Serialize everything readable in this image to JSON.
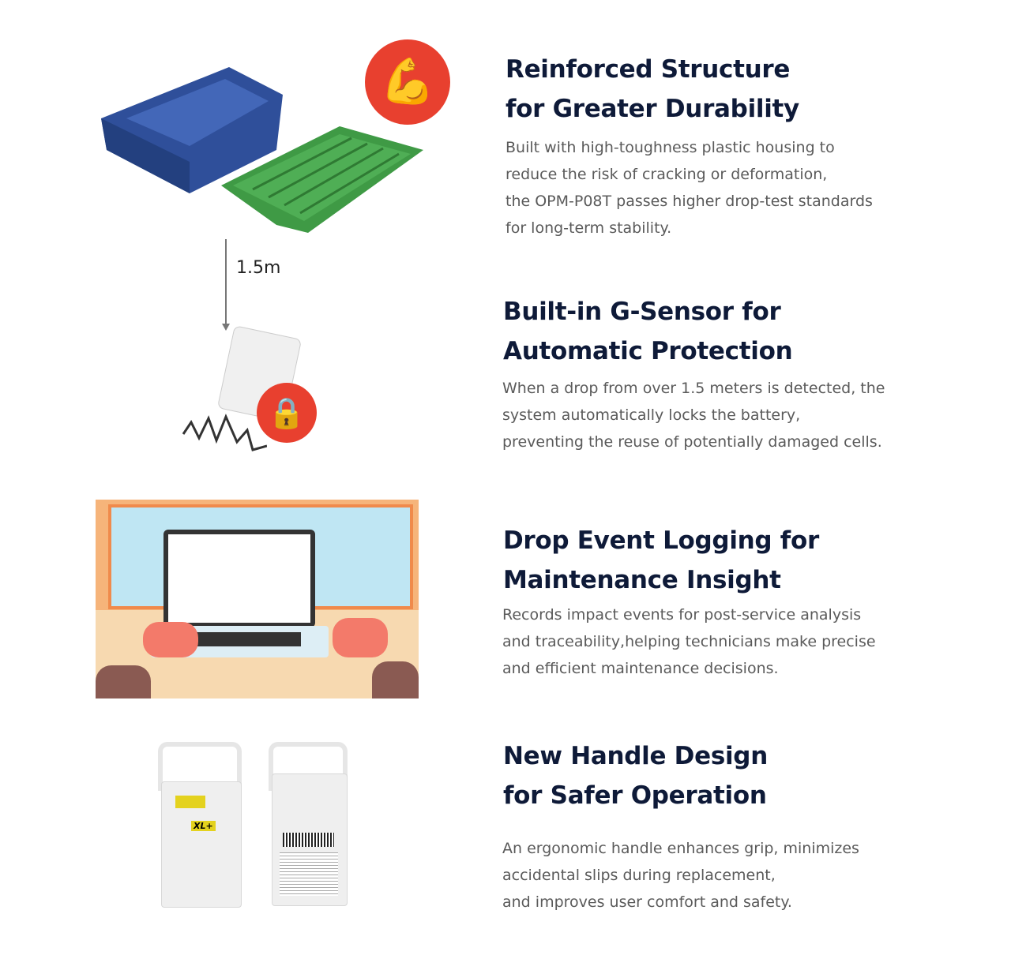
{
  "sections": [
    {
      "title": [
        "Reinforced Structure",
        "for Greater Durability"
      ],
      "body": [
        "Built with high-toughness plastic housing to",
        "reduce the risk of cracking or deformation,",
        "the OPM-P08T passes higher drop-test standards",
        "for long-term stability."
      ],
      "icon": "muscle-arm-icon"
    },
    {
      "title": [
        "Built-in G-Sensor for",
        "Automatic Protection"
      ],
      "body": [
        "When a drop from over 1.5 meters is detected, the",
        "system automatically locks the battery,",
        "preventing the reuse of potentially damaged cells."
      ],
      "drop_height": "1.5m",
      "icon": "padlock-icon"
    },
    {
      "title": [
        "Drop Event Logging for",
        "Maintenance Insight"
      ],
      "body": [
        "Records impact events for post-service analysis",
        "and traceability,helping technicians make precise",
        "and efficient maintenance decisions."
      ]
    },
    {
      "title": [
        "New Handle Design",
        "for Safer Operation"
      ],
      "body": [
        "An ergonomic handle enhances grip, minimizes",
        "accidental slips during replacement,",
        "and improves user comfort and safety."
      ],
      "battery_label": "XL+"
    }
  ],
  "colors": {
    "heading": "#0e1a38",
    "body": "#5a5a5a",
    "accent_red": "#e8402f",
    "housing_blue": "#2f4f9a",
    "lid_green": "#3f9a45"
  }
}
